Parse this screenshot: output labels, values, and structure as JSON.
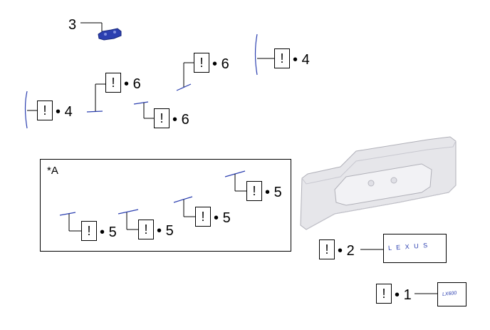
{
  "diagram": {
    "inset_label": "*A",
    "part_numbers": {
      "p1": "1",
      "p2": "2",
      "p3": "3",
      "p4": "4",
      "p5": "5",
      "p6": "6"
    },
    "callout_symbol": "!",
    "bullet": "•",
    "emblem_text": "L E X U S",
    "badge_text": "LX600",
    "colors": {
      "line": "#000000",
      "part_blue": "#2b3fb0",
      "panel_fill": "#e6e6ea",
      "panel_edge": "#b0b0b8"
    }
  }
}
